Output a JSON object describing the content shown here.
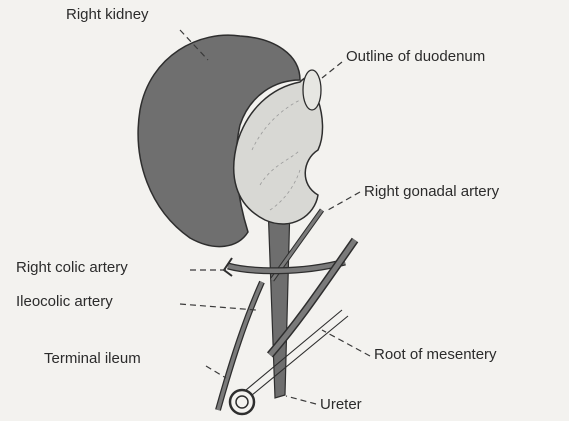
{
  "labels": {
    "right_kidney": "Right kidney",
    "duodenum": "Outline of duodenum",
    "right_gonadal_artery": "Right gonadal artery",
    "right_colic_artery": "Right colic artery",
    "ileocolic_artery": "Ileocolic artery",
    "root_of_mesentery": "Root of mesentery",
    "terminal_ileum": "Terminal ileum",
    "ureter": "Ureter"
  },
  "colors": {
    "background": "#f3f2ef",
    "kidney_fill": "#6f6f6f",
    "duodenum_fill": "#d8d8d4",
    "outline": "#2e2e2e",
    "vessel_fill": "#7a7a7a"
  }
}
